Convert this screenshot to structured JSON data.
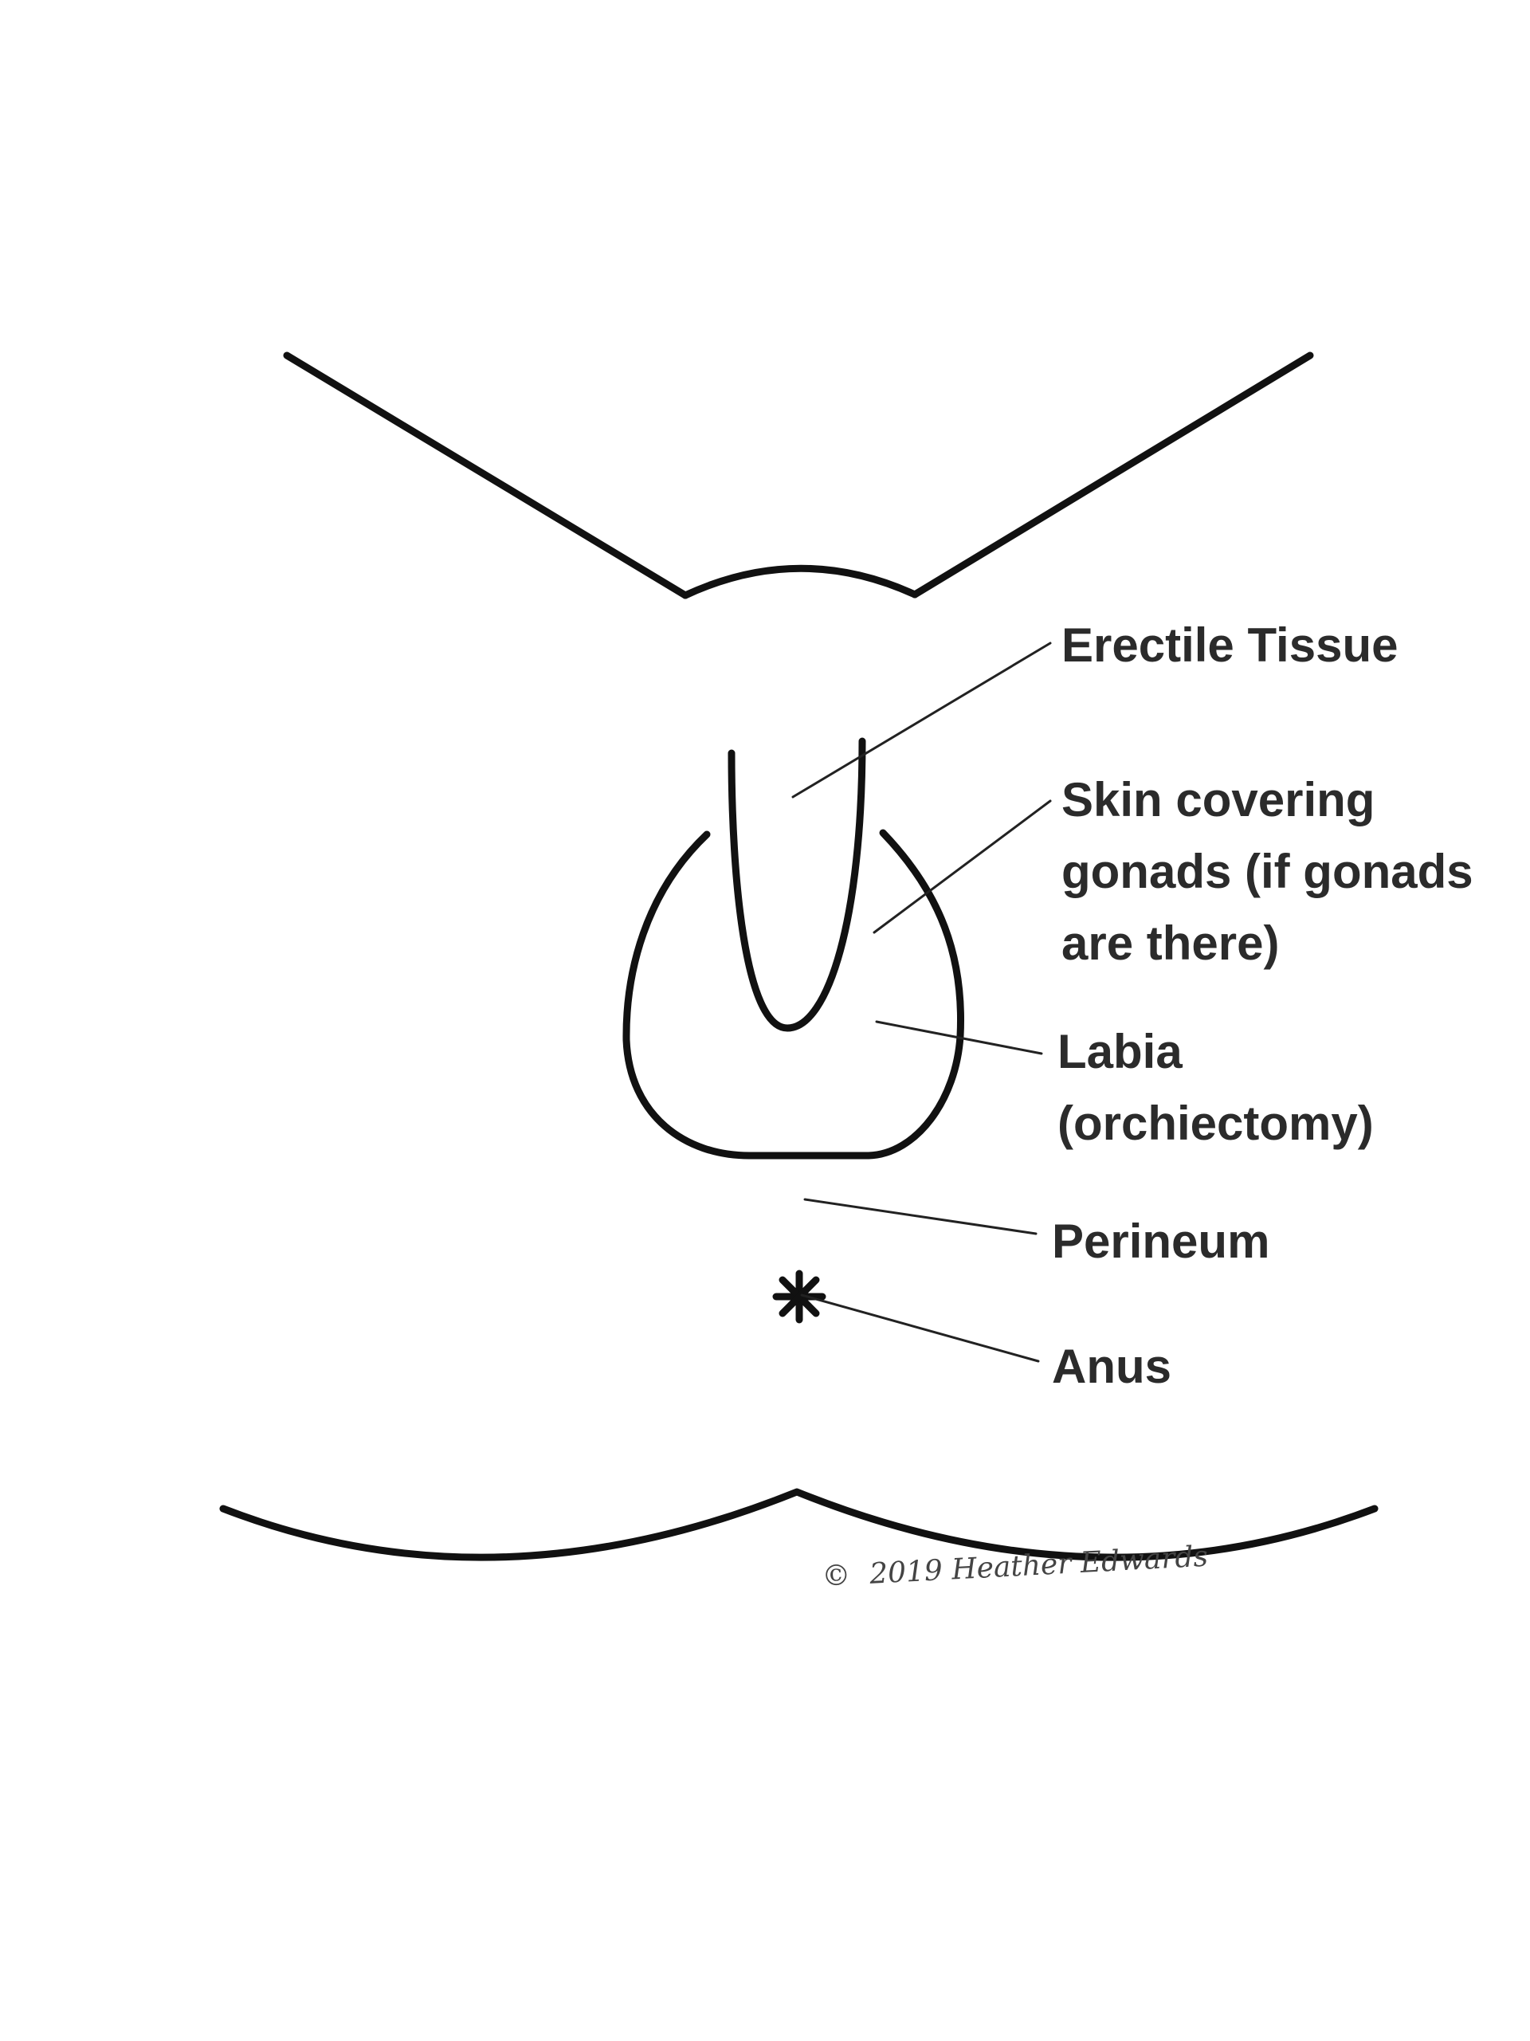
{
  "labels": {
    "erectile_tissue": "Erectile Tissue",
    "skin_covering": {
      "line1": "Skin covering",
      "line2": "gonads (if gonads",
      "line3": "are there)"
    },
    "labia": {
      "line1": "Labia",
      "line2": "(orchiectomy)"
    },
    "perineum": "Perineum",
    "anus": "Anus"
  },
  "signature": {
    "copyright_symbol": "©",
    "text": "2019 Heather Edwards"
  },
  "colors": {
    "outline": "#111111",
    "label": "#2b2b2b",
    "background": "#ffffff"
  }
}
